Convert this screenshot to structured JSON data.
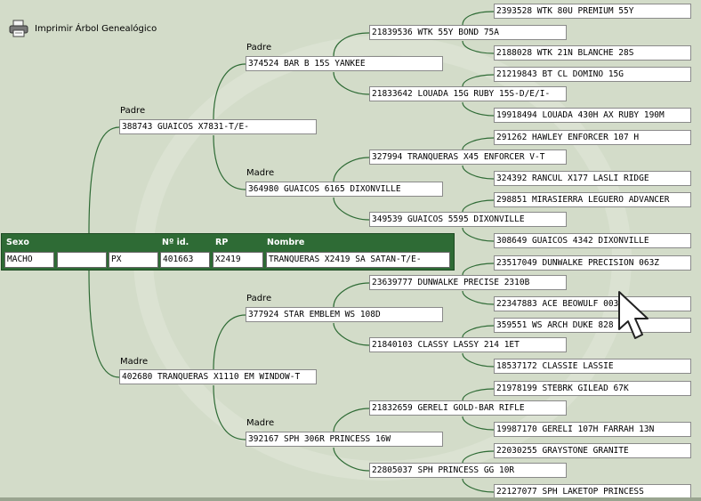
{
  "toolbar": {
    "print_label": "Imprimir Árbol Genealógico"
  },
  "labels": {
    "padre": "Padre",
    "madre": "Madre"
  },
  "subject": {
    "headers": {
      "sexo": "Sexo",
      "nro": "Nº id.",
      "rp": "RP",
      "nombre": "Nombre"
    },
    "sexo": "MACHO",
    "blank": "",
    "breed": "PX",
    "nro": "401663",
    "rp": "X2419",
    "nombre": "TRANQUERAS X2419 SA SATAN-T/E-"
  },
  "gen1": {
    "padre": "388743 GUAICOS X7831-T/E-",
    "madre": "402680 TRANQUERAS X1110 EM WINDOW-T"
  },
  "gen2": {
    "pp": "374524 BAR B 15S YANKEE",
    "pm": "364980 GUAICOS 6165 DIXONVILLE",
    "mp": "377924 STAR EMBLEM WS 108D",
    "mm": "392167 SPH 306R PRINCESS 16W"
  },
  "gen3": [
    "21839536 WTK 55Y BOND 75A",
    "21833642 LOUADA 15G RUBY 15S-D/E/I-",
    "327994 TRANQUERAS X45 ENFORCER V-T",
    "349539 GUAICOS 5595 DIXONVILLE",
    "23639777 DUNWALKE PRECISE 2310B",
    "21840103 CLASSY LASSY 214 1ET",
    "21832659 GERELI GOLD-BAR RIFLE",
    "22805037 SPH PRINCESS GG 10R"
  ],
  "gen4": [
    "2393528 WTK 80U PREMIUM 55Y",
    "2188028 WTK 21N BLANCHE 28S",
    "21219843 BT CL DOMINO 15G",
    "19918494 LOUADA 430H AX RUBY 190M",
    "291262 HAWLEY ENFORCER 107 H",
    "324392 RANCUL X177 LASLI RIDGE",
    "298851 MIRASIERRA LEGUERO ADVANCER",
    "308649 GUAICOS 4342 DIXONVILLE",
    "23517049 DUNWALKE PRECISION 063Z",
    "22347883 ACE BEOWULF 003N",
    "359551 WS ARCH DUKE 828",
    "18537172 CLASSIE LASSIE",
    "21978199 STEBRK GILEAD 67K",
    "19987170 GERELI 107H FARRAH 13N",
    "22030255 GRAYSTONE GRANITE",
    "22127077 SPH LAKETOP PRINCESS"
  ]
}
